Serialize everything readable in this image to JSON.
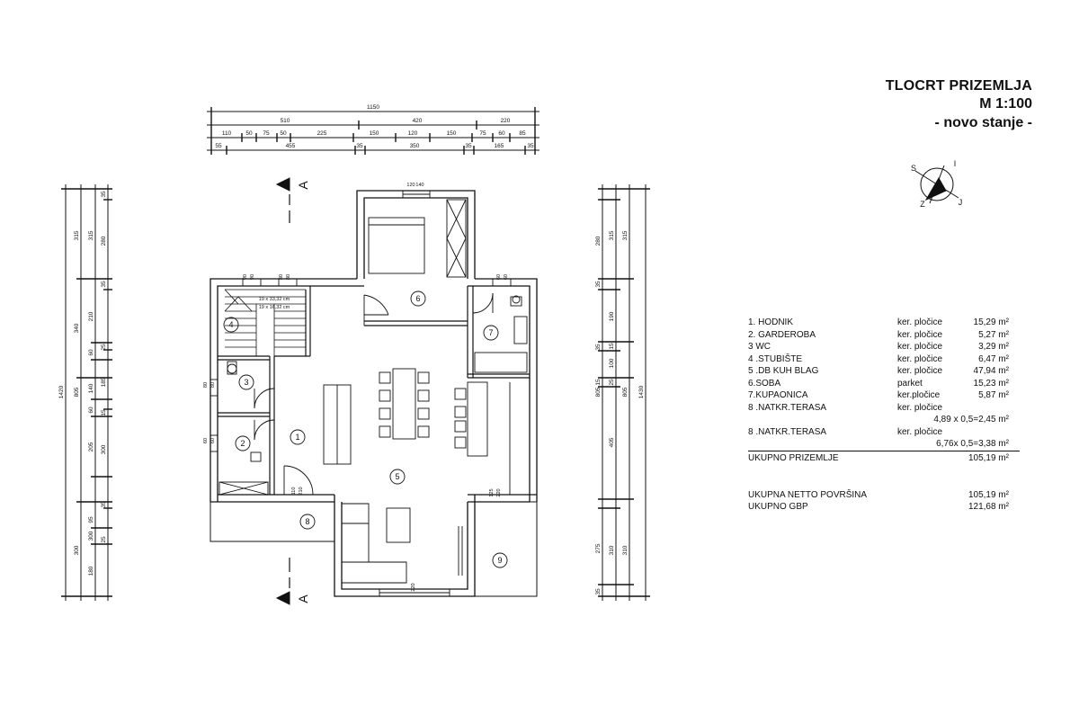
{
  "title": {
    "line1": "TLOCRT PRIZEMLJA",
    "line2": "M 1:100",
    "line3": "- novo stanje -"
  },
  "legend": [
    {
      "name": "1. HODNIK",
      "material": "ker. pločice",
      "area": "15,29 m²"
    },
    {
      "name": "2. GARDEROBA",
      "material": "ker. pločice",
      "area": "5,27 m²"
    },
    {
      "name": "3  WC",
      "material": "ker. pločice",
      "area": "3,29 m²"
    },
    {
      "name": "4 .STUBIŠTE",
      "material": "ker. pločice",
      "area": "6,47 m²"
    },
    {
      "name": "5 .DB KUH BLAG",
      "material": "ker. pločice",
      "area": "47,94 m²"
    },
    {
      "name": "6.SOBA",
      "material": "parket",
      "area": "15,23 m²"
    },
    {
      "name": "7.KUPAONICA",
      "material": "ker.pločice",
      "area": "5,87 m²"
    },
    {
      "name": "8 .NATKR.TERASA",
      "material": "ker. pločice",
      "area": ""
    },
    {
      "name": "",
      "material": "",
      "area": "4,89 x 0,5=2,45 m²"
    },
    {
      "name": "8 .NATKR.TERASA",
      "material": "ker. pločice",
      "area": ""
    },
    {
      "name": "",
      "material": "",
      "area": "6,76x 0,5=3,38 m²"
    }
  ],
  "subtotal": {
    "label": "UKUPNO PRIZEMLJE",
    "value": "105,19 m²"
  },
  "totals": [
    {
      "label": "UKUPNA NETTO POVRŠINA",
      "value": "105,19  m²"
    },
    {
      "label": "UKUPNO GBP",
      "value": "121,68  m²"
    }
  ],
  "dims_top": {
    "overall": "1150",
    "row2": [
      "510",
      "420",
      "220"
    ],
    "row3": [
      "110",
      "50",
      "75",
      "50",
      "225",
      "150",
      "120",
      "150",
      "75",
      "60",
      "85"
    ],
    "row4": [
      "55",
      "455",
      "35",
      "350",
      "35",
      "165",
      "35"
    ]
  },
  "dims_left": {
    "overall": "1420",
    "col2": [
      "315",
      "340",
      "805",
      "300"
    ],
    "col3": [
      "315",
      "210",
      "60",
      "140",
      "60",
      "205",
      "95",
      "300",
      "180"
    ],
    "col4": [
      "35",
      "280",
      "35",
      "25",
      "185",
      "15",
      "300",
      "35",
      "25"
    ]
  },
  "dims_right": {
    "overall": "1430",
    "col2": [
      "315",
      "805",
      "310"
    ],
    "col3": [
      "315",
      "190",
      "15",
      "100",
      "25",
      "405",
      "310"
    ],
    "col4": [
      "280",
      "35",
      "35",
      "15",
      "805",
      "275",
      "35"
    ]
  },
  "room_numbers": [
    "1",
    "2",
    "3",
    "4",
    "5",
    "6",
    "7",
    "8",
    "9"
  ],
  "section_label": "A",
  "stair_labels": [
    "19 x 33,32 cm",
    "19 x 16,32 cm"
  ],
  "opening_labels": [
    "120",
    "140",
    "80",
    "80",
    "60",
    "60",
    "110",
    "210",
    "125",
    "220",
    "90",
    "90",
    "80",
    "80",
    "60",
    "60",
    "220"
  ],
  "compass_letters": [
    "S",
    "I",
    "Z",
    "J"
  ]
}
